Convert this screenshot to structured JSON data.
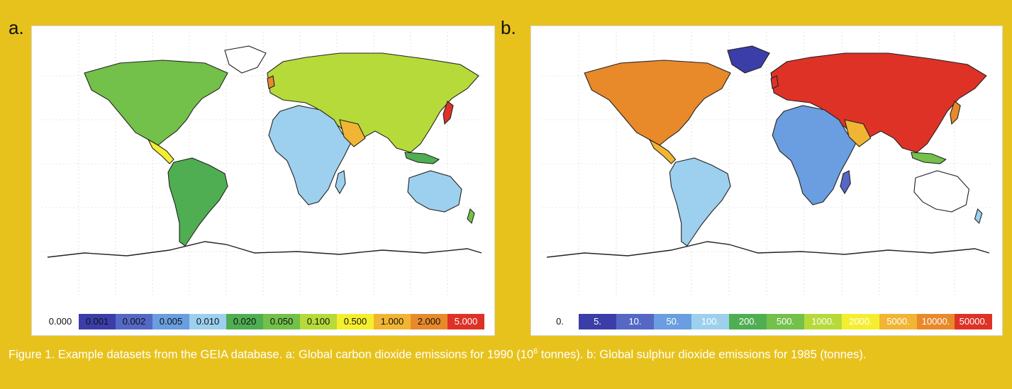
{
  "panels": [
    {
      "label": "a.",
      "legend": [
        {
          "text": "0.000",
          "color": "#ffffff",
          "textColor": "#111111"
        },
        {
          "text": "0.001",
          "color": "#3b3ea8",
          "textColor": "#111111"
        },
        {
          "text": "0.002",
          "color": "#5568c6",
          "textColor": "#111111"
        },
        {
          "text": "0.005",
          "color": "#6a9ee0",
          "textColor": "#111111"
        },
        {
          "text": "0.010",
          "color": "#9dd0ee",
          "textColor": "#111111"
        },
        {
          "text": "0.020",
          "color": "#4fae52",
          "textColor": "#111111"
        },
        {
          "text": "0.050",
          "color": "#73c04a",
          "textColor": "#111111"
        },
        {
          "text": "0.100",
          "color": "#b6da3a",
          "textColor": "#111111"
        },
        {
          "text": "0.500",
          "color": "#f5ee2e",
          "textColor": "#111111"
        },
        {
          "text": "1.000",
          "color": "#f1b533",
          "textColor": "#111111"
        },
        {
          "text": "2.000",
          "color": "#e8892a",
          "textColor": "#111111"
        },
        {
          "text": "5.000",
          "color": "#de3226",
          "textColor": "#ffffff"
        }
      ]
    },
    {
      "label": "b.",
      "legend": [
        {
          "text": "0.",
          "color": "#ffffff",
          "textColor": "#111111"
        },
        {
          "text": "5.",
          "color": "#3b3ea8",
          "textColor": "#ffffff"
        },
        {
          "text": "10.",
          "color": "#5568c6",
          "textColor": "#ffffff"
        },
        {
          "text": "50.",
          "color": "#6a9ee0",
          "textColor": "#ffffff"
        },
        {
          "text": "100.",
          "color": "#9dd0ee",
          "textColor": "#ffffff"
        },
        {
          "text": "200.",
          "color": "#4fae52",
          "textColor": "#ffffff"
        },
        {
          "text": "500.",
          "color": "#73c04a",
          "textColor": "#ffffff"
        },
        {
          "text": "1000.",
          "color": "#b6da3a",
          "textColor": "#ffffff"
        },
        {
          "text": "2000.",
          "color": "#f5ee2e",
          "textColor": "#ffffff"
        },
        {
          "text": "5000.",
          "color": "#f1b533",
          "textColor": "#ffffff"
        },
        {
          "text": "10000.",
          "color": "#e8892a",
          "textColor": "#ffffff"
        },
        {
          "text": "50000.",
          "color": "#de3226",
          "textColor": "#ffffff"
        }
      ]
    }
  ],
  "caption": {
    "part1": "Figure 1. Example datasets from the GEIA database. a: Global carbon dioxide emissions for 1990 (10",
    "sup": "6",
    "part2": " tonnes). b: Global sulphur dioxide emissions for 1985 (tonnes)."
  },
  "colors": {
    "background": "#e8c21c",
    "coast": "#222222",
    "grid": "#cfcfcf"
  }
}
